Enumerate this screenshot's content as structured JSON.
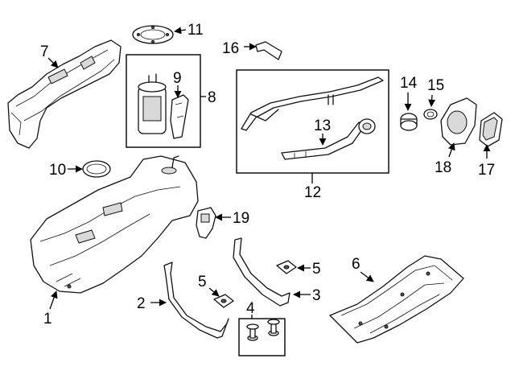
{
  "callouts": {
    "c1": "1",
    "c2": "2",
    "c3": "3",
    "c4": "4",
    "c5a": "5",
    "c5b": "5",
    "c6": "6",
    "c7": "7",
    "c8": "8",
    "c9": "9",
    "c10": "10",
    "c11": "11",
    "c12": "12",
    "c13": "13",
    "c14": "14",
    "c15": "15",
    "c16": "16",
    "c17": "17",
    "c18": "18",
    "c19": "19"
  }
}
